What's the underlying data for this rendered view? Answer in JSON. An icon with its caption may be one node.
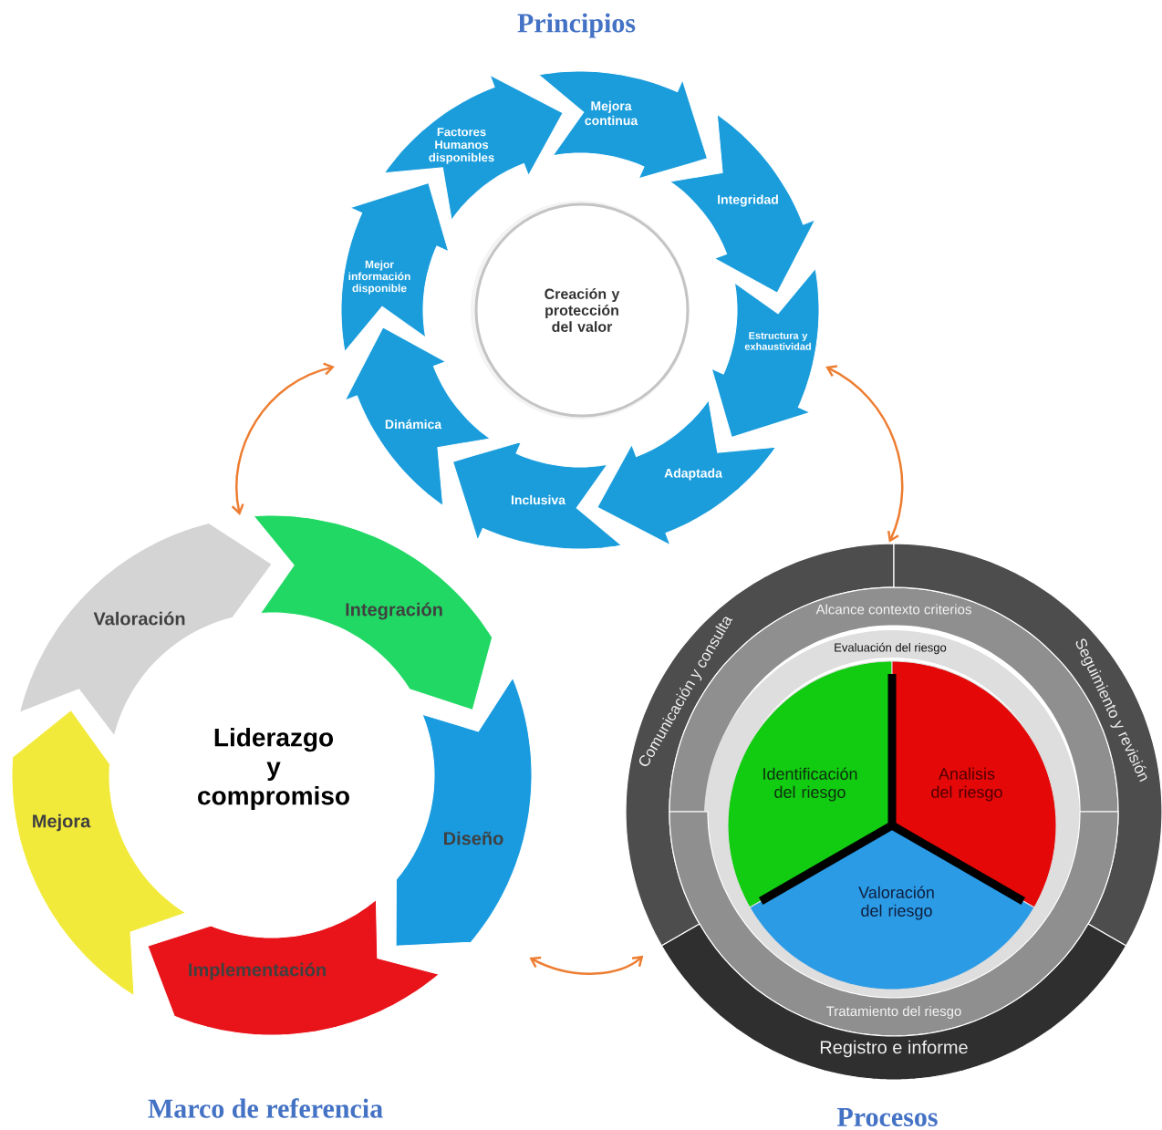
{
  "diagram": {
    "nodes": [
      {
        "text": [
          "Principios"
        ]
      },
      {
        "text": [
          "Creación y protección del valor"
        ],
        "in": 0
      },
      {
        "text": [
          "Mejora continua"
        ],
        "in": 0
      },
      {
        "text": [
          "Integridad"
        ],
        "in": 0
      },
      {
        "text": [
          "Estructura y exhaustividad"
        ],
        "in": 0
      },
      {
        "text": [
          "Adaptada"
        ],
        "in": 0
      },
      {
        "text": [
          "Inclusiva"
        ],
        "in": 0
      },
      {
        "text": [
          "Dinámica"
        ],
        "in": 0
      },
      {
        "text": [
          "Mejor información disponible"
        ],
        "in": 0
      },
      {
        "text": [
          "Factores Humanos disponibles"
        ],
        "in": 0
      },
      {
        "text": [
          "Marco de referencia"
        ]
      },
      {
        "text": [
          "Liderazgo y compromiso"
        ],
        "in": 10
      },
      {
        "text": [
          "Valoración"
        ],
        "in": 10
      },
      {
        "text": [
          "Integración"
        ],
        "in": 10
      },
      {
        "text": [
          "Diseño"
        ],
        "in": 10
      },
      {
        "text": [
          "Implementación"
        ],
        "in": 10
      },
      {
        "text": [
          "Mejora"
        ],
        "in": 10
      },
      {
        "text": [
          "Procesos"
        ]
      },
      {
        "text": [
          "Comunicación y consulta"
        ],
        "in": 17
      },
      {
        "text": [
          "Alcance contexto criterios"
        ],
        "in": 17
      },
      {
        "text": [
          "Seguimiento y revisión"
        ],
        "in": 17
      },
      {
        "text": [
          "Evaluación del riesgo"
        ],
        "in": 17
      },
      {
        "text": [
          "Identificación del riesgo"
        ],
        "in": 21
      },
      {
        "text": [
          "Analisis del riesgo"
        ],
        "in": 21
      },
      {
        "text": [
          "Valoración del riesgo"
        ],
        "in": 21
      },
      {
        "text": [
          "Tratamiento del riesgo"
        ],
        "in": 17
      },
      {
        "text": [
          "Registro e informe"
        ],
        "in": 17
      }
    ],
    "edges": [
      {
        "from": 0,
        "to": 10,
        "arrow": "both"
      },
      {
        "from": 0,
        "to": 17,
        "arrow": "both"
      },
      {
        "from": 10,
        "to": 17,
        "arrow": "both"
      }
    ]
  }
}
